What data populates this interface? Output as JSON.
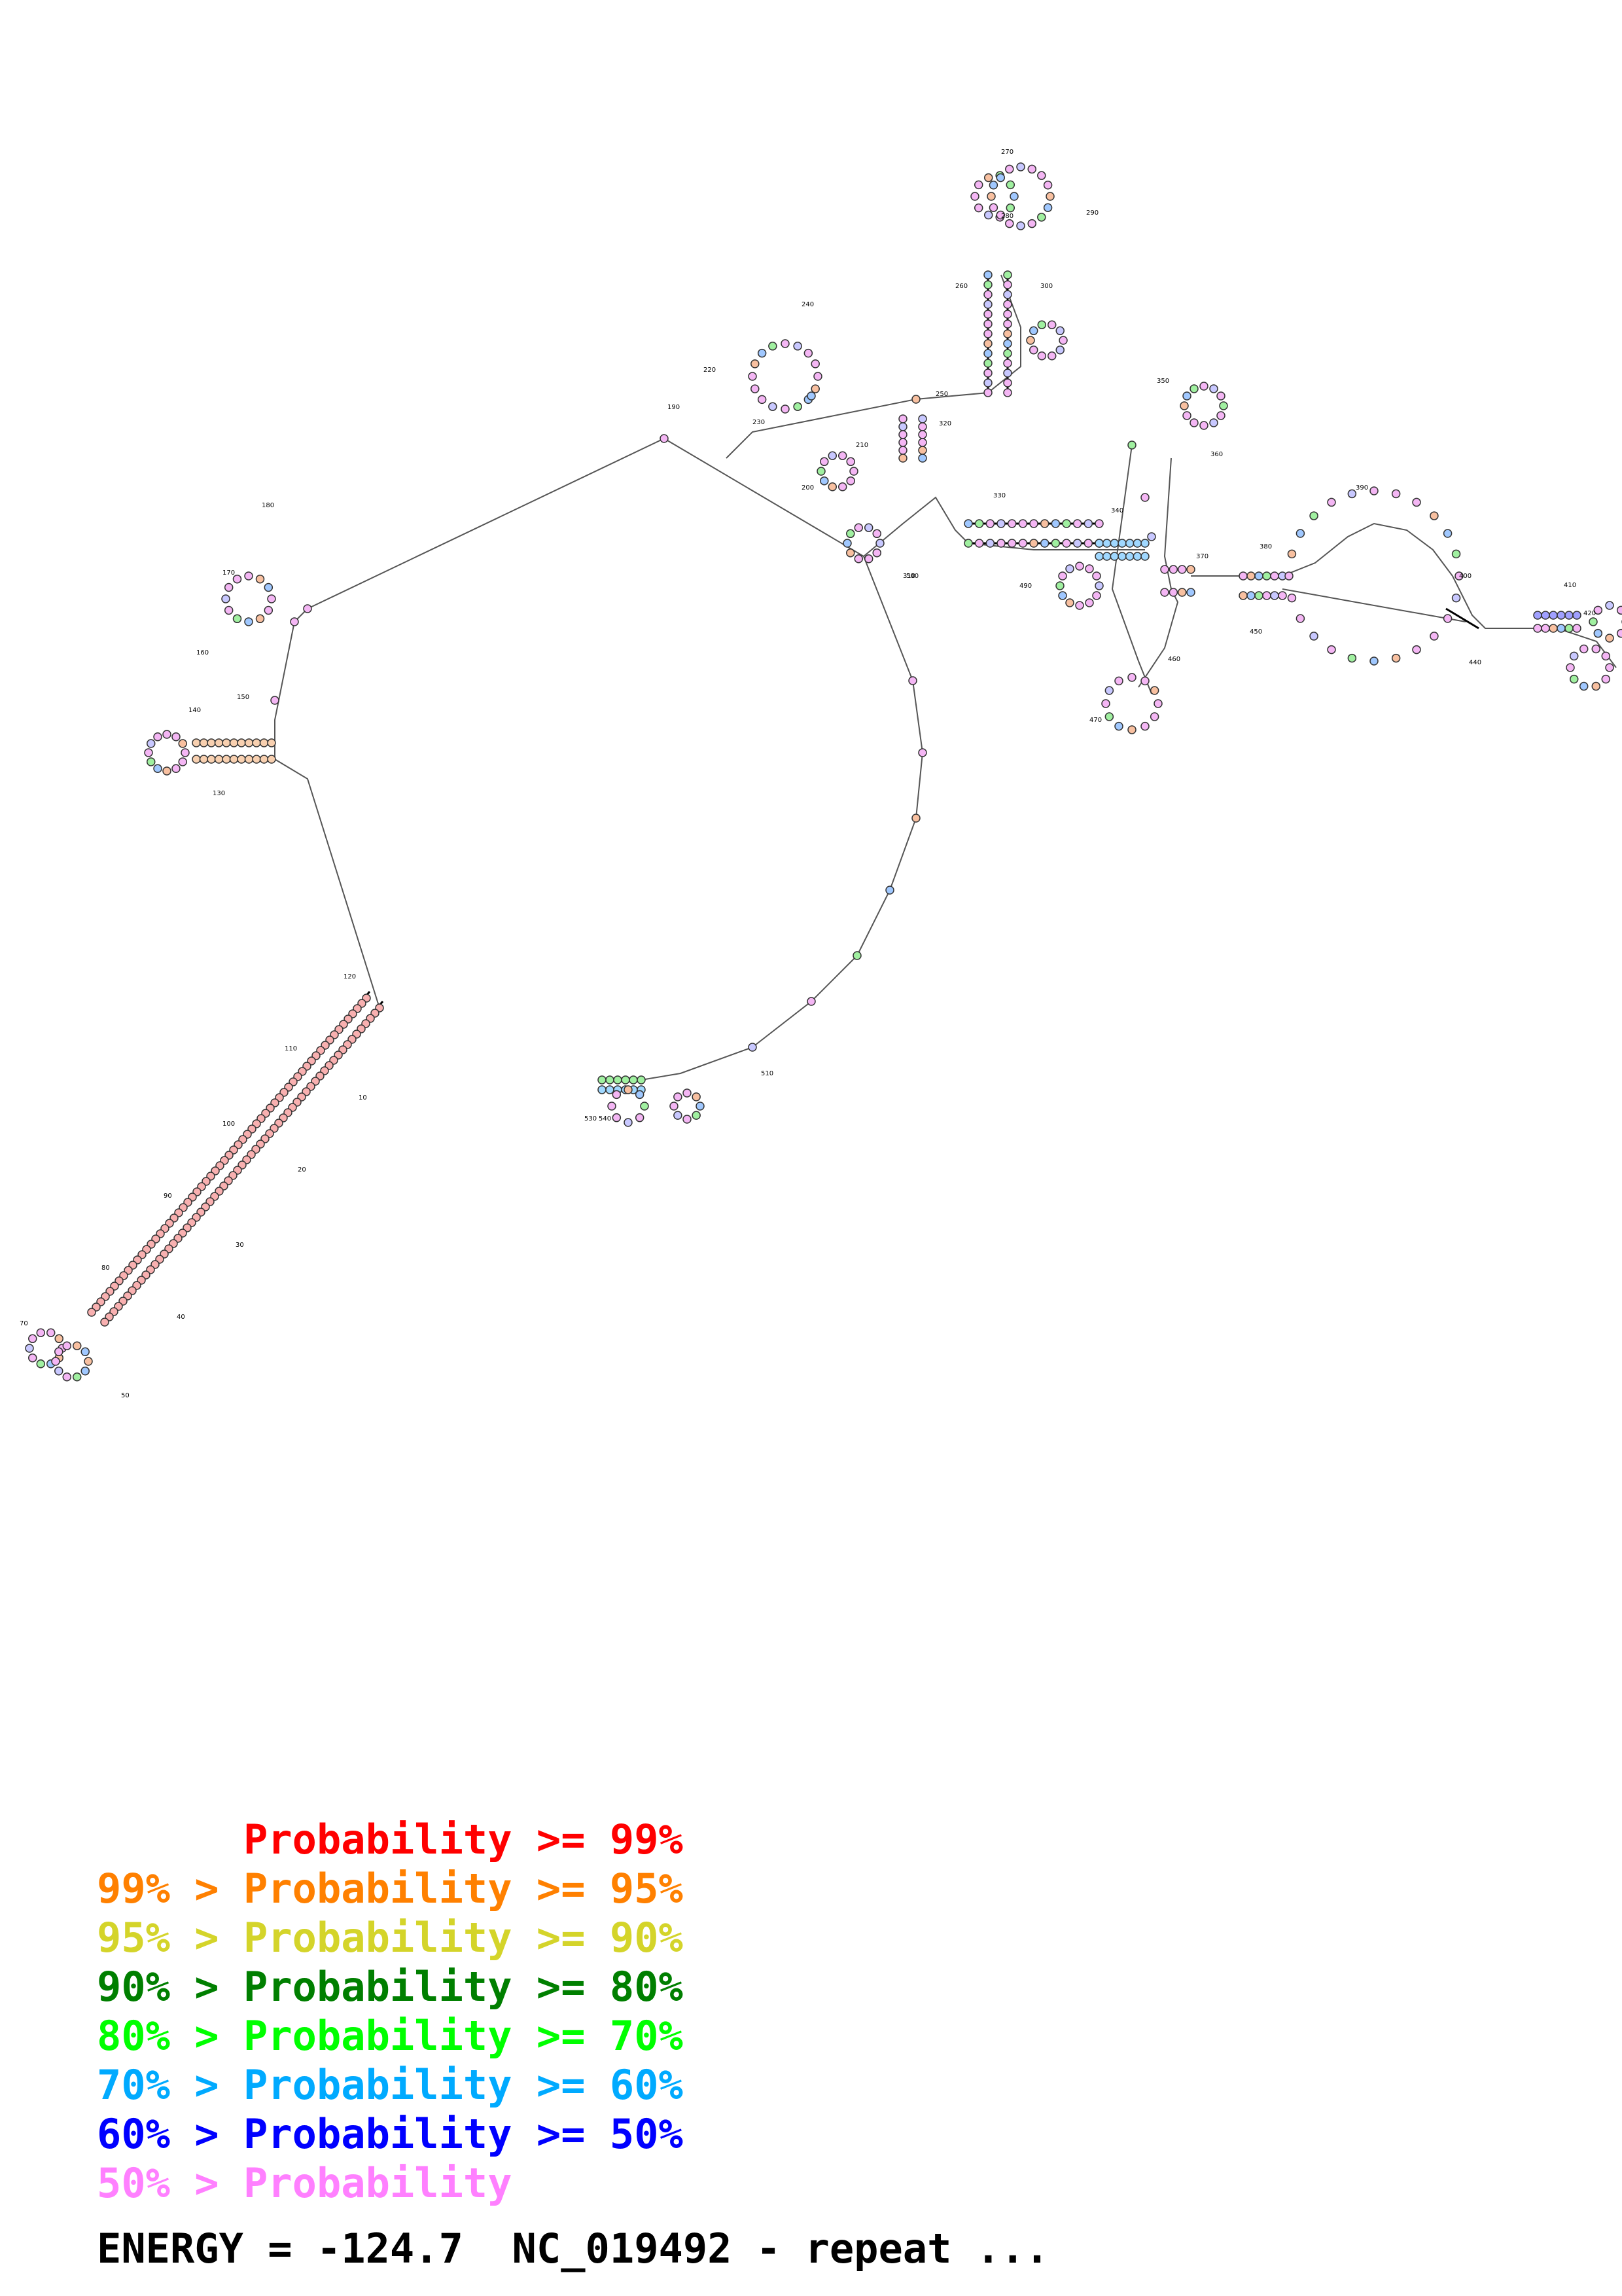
{
  "diagram": {
    "type": "rna-secondary-structure",
    "numbering_labels": [
      "10",
      "20",
      "30",
      "40",
      "50",
      "70",
      "80",
      "90",
      "100",
      "110",
      "120",
      "130",
      "140",
      "150",
      "160",
      "170",
      "180",
      "190",
      "200",
      "210",
      "220",
      "230",
      "240",
      "250",
      "260",
      "270",
      "280",
      "290",
      "300",
      "310",
      "320",
      "330",
      "340",
      "350",
      "360",
      "370",
      "380",
      "390",
      "400",
      "410",
      "420",
      "440",
      "450",
      "460",
      "470",
      "490",
      "500",
      "510",
      "530",
      "540"
    ]
  },
  "legend": [
    {
      "text": "      Probability >= 99%",
      "color": "#ff0000"
    },
    {
      "text": "99% > Probability >= 95%",
      "color": "#ff8000"
    },
    {
      "text": "95% > Probability >= 90%",
      "color": "#d4d42a"
    },
    {
      "text": "90% > Probability >= 80%",
      "color": "#007f00"
    },
    {
      "text": "80% > Probability >= 70%",
      "color": "#00ff00"
    },
    {
      "text": "70% > Probability >= 60%",
      "color": "#00aaff"
    },
    {
      "text": "60% > Probability >= 50%",
      "color": "#0000ff"
    },
    {
      "text": "50% > Probability",
      "color": "#ff80ff"
    }
  ],
  "energy_text": "ENERGY = -124.7  NC_019492 - repeat ..."
}
